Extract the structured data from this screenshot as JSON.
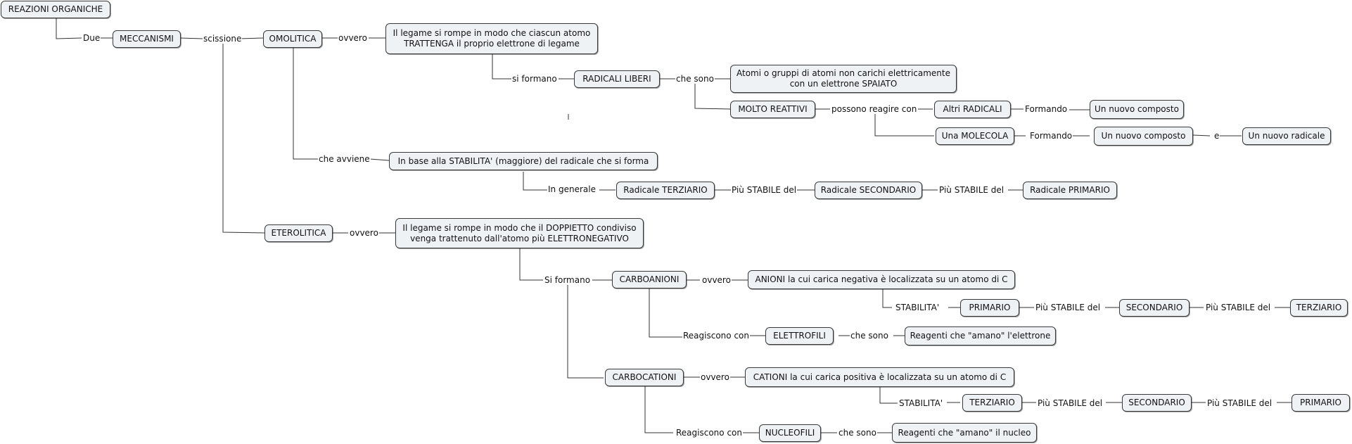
{
  "concepts": {
    "reazioni": "REAZIONI ORGANICHE",
    "meccanismi": "MECCANISMI",
    "omolitica": "OMOLITICA",
    "omolitica_def": "Il legame si rompe in modo che ciascun atomo TRATTENGA il proprio elettrone di legame",
    "radicali_liberi": "RADICALI LIBERI",
    "radicali_def": "Atomi o gruppi di atomi non carichi elettricamente con un elettrone SPAIATO",
    "molto_reattivi": "MOLTO REATTIVI",
    "altri_radicali": "Altri RADICALI",
    "una_molecola": "Una MOLECOLA",
    "nuovo_composto_1": "Un nuovo composto",
    "nuovo_composto_2": "Un nuovo composto",
    "nuovo_radicale": "Un nuovo radicale",
    "stabilita_radicale": "In base alla STABILITA' (maggiore) del radicale che si forma",
    "radicale_terziario": "Radicale TERZIARIO",
    "radicale_secondario": "Radicale SECONDARIO",
    "radicale_primario": "Radicale PRIMARIO",
    "eterolitica": "ETEROLITICA",
    "eterolitica_def": "Il legame si rompe in modo che il DOPPIETTO condiviso venga trattenuto dall'atomo più ELETTRONEGATIVO",
    "carboanioni": "CARBOANIONI",
    "anioni_def": "ANIONI la cui carica negativa è localizzata su un atomo di C",
    "an_primario": "PRIMARIO",
    "an_secondario": "SECONDARIO",
    "an_terziario": "TERZIARIO",
    "elettrofili": "ELETTROFILI",
    "elettrofili_def": "Reagenti che \"amano\" l'elettrone",
    "carbocationi": "CARBOCATIONI",
    "cationi_def": "CATIONI la cui carica positiva è localizzata su un atomo di C",
    "cat_terziario": "TERZIARIO",
    "cat_secondario": "SECONDARIO",
    "cat_primario": "PRIMARIO",
    "nucleofili": "NUCLEOFILI",
    "nucleofili_def": "Reagenti che \"amano\" il nucleo"
  },
  "links": {
    "due": "Due",
    "scissione": "scissione",
    "ovvero_1": "ovvero",
    "si_formano_1": "si formano",
    "che_sono_1": "che sono",
    "possono_reagire": "possono reagire con",
    "formando_1": "Formando",
    "formando_2": "Formando",
    "e": "e",
    "che_avviene": "che avviene",
    "in_generale": "In generale",
    "piu_stabile_1": "Più STABILE del",
    "piu_stabile_2": "Più STABILE del",
    "ovvero_2": "ovvero",
    "si_formano_2": "Si formano",
    "ovvero_3": "ovvero",
    "stabilita_1": "STABILITA'",
    "piu_stabile_3": "Più STABILE del",
    "piu_stabile_4": "Più STABILE del",
    "reagiscono_1": "Reagiscono con",
    "che_sono_2": "che sono",
    "ovvero_4": "ovvero",
    "stabilita_2": "STABILITA'",
    "piu_stabile_5": "Più STABILE del",
    "piu_stabile_6": "Più STABILE del",
    "reagiscono_2": "Reagiscono con",
    "che_sono_3": "che sono"
  }
}
